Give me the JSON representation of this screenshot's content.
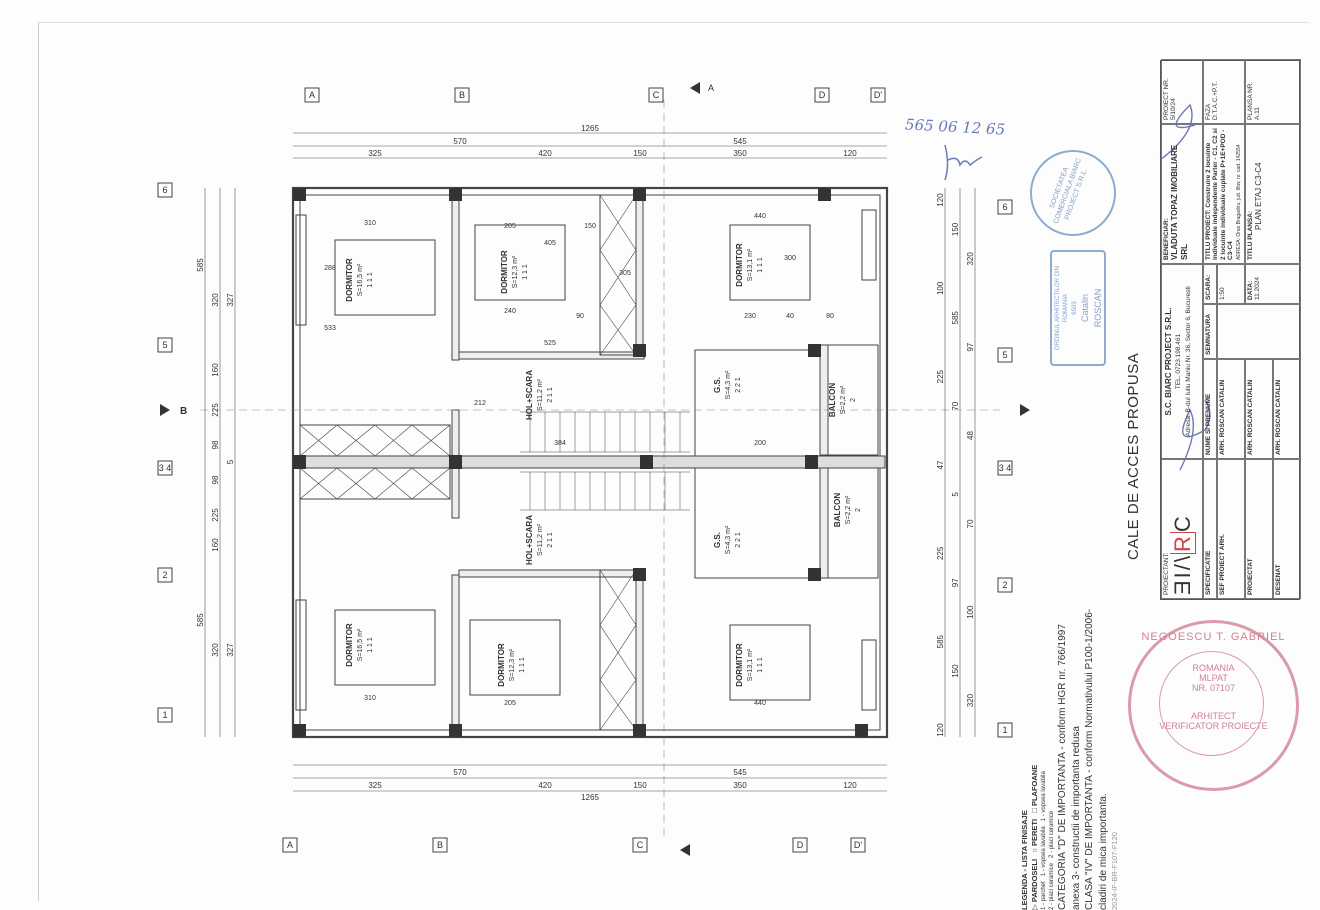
{
  "drawing": {
    "caption": "CALE DE ACCES PROPUSA",
    "handwritten_note": "565 06 12 65",
    "axes_letters_top": [
      "A",
      "B",
      "C",
      "D",
      "D'"
    ],
    "axes_letters_bottom": [
      "A",
      "B",
      "C",
      "D",
      "D'"
    ],
    "axes_numbers_left": [
      "6",
      "5",
      "3 4",
      "2",
      "1"
    ],
    "axes_numbers_right": [
      "6",
      "5",
      "3 4",
      "2",
      "1"
    ],
    "section_marks": {
      "A": "A",
      "B": "B"
    },
    "dims_top": {
      "total": "1265",
      "row2": [
        "570",
        "545"
      ],
      "row3": [
        "325",
        "420",
        "150",
        "350",
        "120"
      ]
    },
    "dims_bottom": {
      "total": "1265",
      "row2": [
        "570",
        "545"
      ],
      "row3": [
        "325",
        "420",
        "150",
        "350",
        "120"
      ]
    },
    "dims_left": [
      "585",
      "320",
      "327",
      "160",
      "225",
      "98",
      "5",
      "98",
      "225",
      "160",
      "585",
      "320",
      "327"
    ],
    "dims_right": [
      "120",
      "150",
      "320",
      "100",
      "585",
      "97",
      "225",
      "70",
      "48",
      "47",
      "5",
      "70",
      "225",
      "97",
      "100",
      "585",
      "150",
      "320",
      "120"
    ],
    "rooms": [
      {
        "name": "DORMITOR",
        "area": "S=16,5 m²",
        "codes": "1 1 1"
      },
      {
        "name": "DORMITOR",
        "area": "S=12,3 m²",
        "codes": "1 1 1"
      },
      {
        "name": "DORMITOR",
        "area": "S=13,1 m²",
        "codes": "1 1 1"
      },
      {
        "name": "HOL+SCARA",
        "area": "S=11,2 m²",
        "codes": "2 1 1"
      },
      {
        "name": "G.S.",
        "area": "S=4,3 m²",
        "codes": "2 2 1"
      },
      {
        "name": "BALCON",
        "area": "S=2,2 m²",
        "codes": "2"
      },
      {
        "name": "HOL+SCARA",
        "area": "S=11,2 m²",
        "codes": "2 1 1"
      },
      {
        "name": "G.S.",
        "area": "S=4,3 m²",
        "codes": "2 2 1"
      },
      {
        "name": "BALCON",
        "area": "S=2,2 m²",
        "codes": "2"
      },
      {
        "name": "DORMITOR",
        "area": "S=16,5 m²",
        "codes": "1 1 1"
      },
      {
        "name": "DORMITOR",
        "area": "S=12,3 m²",
        "codes": "1 1 1"
      },
      {
        "name": "DORMITOR",
        "area": "S=13,1 m²",
        "codes": "1 1 1"
      }
    ],
    "inner_dims": [
      "310",
      "205",
      "150",
      "405",
      "440",
      "300",
      "240",
      "90",
      "525",
      "212",
      "384",
      "230",
      "40",
      "80",
      "200",
      "305",
      "288",
      "533",
      "440",
      "205",
      "310"
    ]
  },
  "title_block": {
    "proiectant_label": "PROIECTANT:",
    "logo": "BIARC",
    "company": "S.C. BIARC PROJECT S.R.L.",
    "phone": "TEL. 0723.198.461",
    "address": "Adresa: B-dul Iuliu Maniu Nr. 36, Sector 6, Bucuresti",
    "beneficiar_label": "BENEFICIAR:",
    "beneficiar": "VLADUTA TOPAZ IMOBILIARE SRL",
    "proiect_nr_label": "PROIECT NR.",
    "proiect_nr": "5/10/24",
    "headers": [
      "SPECIFICATIE",
      "NUME SI PRENUME",
      "SEMNATURA",
      "SCARA:"
    ],
    "scale": "1:50",
    "rows": [
      {
        "role": "SEF PROIECT ARH.",
        "name": "ARH. ROSCAN CATALIN"
      },
      {
        "role": "PROIECTAT",
        "name": "ARH. ROSCAN CATALIN"
      },
      {
        "role": "DESENAT",
        "name": "ARH. ROSCAN CATALIN"
      }
    ],
    "data_label": "DATA:",
    "date": "11.2024",
    "titlu_proiect_label": "TITLU PROIECT:",
    "titlu_proiect": "Construire 2 locuinte individuale independente Parter - C1, C2 si 2 locuinte individuale cuplate P+1E+POD - C3-C4",
    "adresa": "ADRESA: Oras Bragadiru, jud. Ilfov, nr. cad. 142554",
    "faza_label": "FAZA",
    "faza": "D.T.A.C.+P.T.",
    "titlu_plansa_label": "TITLU PLANSA:",
    "titlu_plansa": "PLAN ETAJ C3-C4",
    "plansa_nr_label": "PLANSA NR.",
    "plansa_nr": "A.11"
  },
  "stamps": {
    "company_stamp": "SOCIETATEA COMERCIALA BIARC PROJECT S.R.L.",
    "oar_stamp": [
      "ORDINUL ARHITECTILOR DIN ROMANIA",
      "6593",
      "Catalin",
      "ROSCAN"
    ],
    "verifier_stamp": [
      "NEGOESCU T. GABRIEL",
      "ROMANIA",
      "MLPAT",
      "NR. 07107",
      "ARHITECT",
      "VERIFICATOR PROIECTE"
    ]
  },
  "legend": {
    "title": "LEGENDA - LISTA FINISAJE",
    "pardoseli": "PARDOSELI",
    "pereti": "PERETI",
    "plafoane": "PLAFOANE",
    "pardoseli_items": [
      "1 - parchet",
      "2 - placi ceramice"
    ],
    "pereti_items": [
      "1 - vopsea lavabila",
      "2 - placi ceramice"
    ],
    "plafoane_items": [
      "1 - vopsea lavabila"
    ],
    "categoria": "CATEGORIA \"D\" DE IMPORTANTA - conform HGR nr. 766/1997",
    "categoria_sub": "anexa 3- constructii de importanta redusa",
    "clasa": "CLASA \"IV\" DE IMPORTANTA - conform Normativului P100-1/2006-",
    "clasa_sub": "cladiri de mica importanta.",
    "code": "2024-IF-BR-F107-F120"
  }
}
